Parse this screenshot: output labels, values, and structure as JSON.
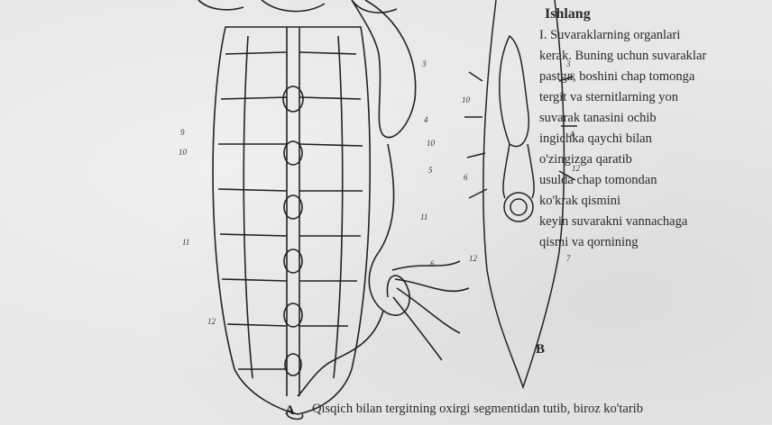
{
  "figure": {
    "panel_labels": [
      "A",
      "B"
    ]
  },
  "text": {
    "heading": "Ishlang",
    "paragraph_lines": [
      "I. Suvaraklarning organlari",
      "kerak. Buning uchun suvaraklar",
      "pastga, boshini chap tomonga",
      "tergit va sternitlarning yon",
      "suvarak tanasini ochib",
      "ingichka qaychi bilan",
      "o'zingizga qaratib",
      "usulda chap tomondan",
      "ko'krak qismini",
      "keyin suvarakni vannachaga",
      "qismi va qornining",
      "Qisqich bilan tergitning oxirgi segmentidan tutib, biroz ko'tarib"
    ]
  },
  "colors": {
    "ink": "#1e1e1e",
    "paper": "#e7e7e7"
  }
}
